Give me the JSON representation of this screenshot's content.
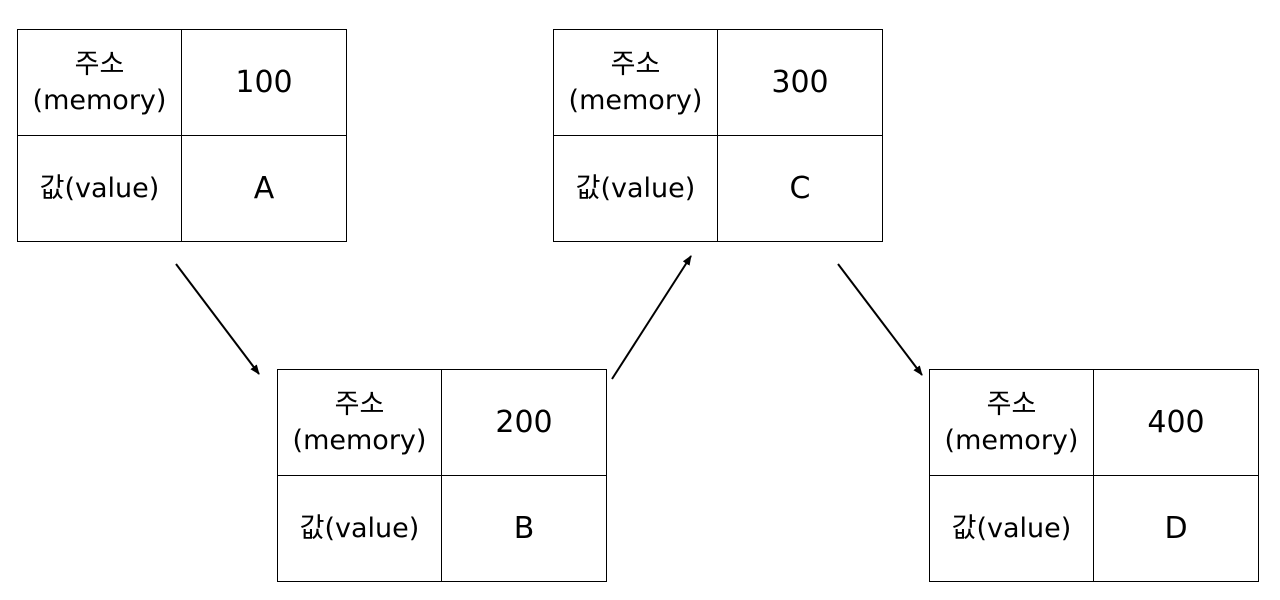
{
  "labels": {
    "address_ko": "주소",
    "address_en": "(memory)",
    "value": "값(value)"
  },
  "nodes": [
    {
      "address": "100",
      "value": "A"
    },
    {
      "address": "200",
      "value": "B"
    },
    {
      "address": "300",
      "value": "C"
    },
    {
      "address": "400",
      "value": "D"
    }
  ],
  "colors": {
    "stroke": "#000000",
    "background": "#ffffff"
  }
}
